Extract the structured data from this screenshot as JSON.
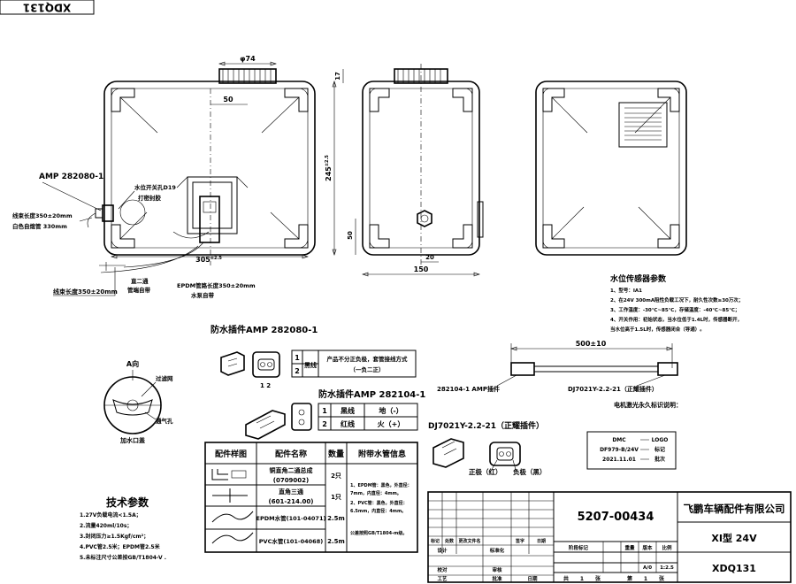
{
  "corner_code": "XDQ131",
  "views": {
    "front": {
      "dim_cap_diameter": "φ74",
      "dim_cap_offset": "50",
      "dim_height_value": "245",
      "dim_height_tol": "±2.5",
      "dim_width_value": "305",
      "dim_width_tol": "±2.5",
      "label_connector": "AMP 282080-1",
      "label_sensor_hole": "水位开关孔D19",
      "label_sealant": "打密封胶",
      "label_harness_len_1": "线束长度350±20mm",
      "label_harness_sleeve": "白色自熄管 330mm",
      "label_harness_len_2": "线束长度350±20mm",
      "label_elbow": "直二通",
      "label_hose_ends": "管端自带",
      "label_epdm": "EPDM管路长度350±20mm",
      "label_hose_outlet": "水泵自带"
    },
    "side": {
      "dim_cap_height": "17",
      "dim_outlet_height": "50",
      "dim_outlet_offset": "20",
      "dim_depth": "150"
    }
  },
  "sensor_params": {
    "title": "水位传感器参数",
    "items": [
      "1、型号：IA1",
      "2、在24V 300mA阻性负载工况下，耐久性次数≥30万次；",
      "3、工作温度：-30℃~85℃，存储温度：-40℃~85℃；",
      "4、开关作用：初始状态，当水位低于1.4L时，传感器断开，",
      "当水位高于1.5L时，传感器闭合（导通）。"
    ]
  },
  "connector1": {
    "title": "防水插件AMP 282080-1",
    "pins": "1  2",
    "rows": [
      {
        "num": "1",
        "color": "黑线"
      },
      {
        "num": "2",
        "color": ""
      }
    ],
    "note_1": "产品不分正负极，套管接线方式",
    "note_2": "（一负二正）"
  },
  "connector2": {
    "title": "防水插件AMP 282104-1",
    "rows": [
      {
        "num": "1",
        "color": "黑线",
        "role": "地（-）"
      },
      {
        "num": "2",
        "color": "红线",
        "role": "火（+）"
      }
    ]
  },
  "harness": {
    "dim_length": "500±10",
    "label_left": "282104-1  AMP插件",
    "label_right": "DJ7021Y-2.2-21（正耀插件）",
    "plug_title": "DJ7021Y-2.2-21（正耀插件）",
    "pos_label": "正极（红）",
    "neg_label": "负极（黑）"
  },
  "laser_mark": {
    "title": "电机激光永久标识说明：",
    "rows": [
      {
        "left": "DMC",
        "right": "LOGO"
      },
      {
        "left": "DF979-B/24V",
        "right": "标记"
      },
      {
        "left": "2021.11.01",
        "right": "批次"
      }
    ]
  },
  "view_a": {
    "title": "A向",
    "label_filter": "过滤网",
    "label_vent": "通气孔",
    "label_cap": "加水口盖"
  },
  "tech_params": {
    "title": "技术参数",
    "items": [
      "1.27V负载电流<1.5A；",
      "2.流量420ml/10s；",
      "3.封闭压力≥1.5Kgf/cm²；",
      "4.PVC管2.5米；EPDM管2.5米",
      "5.未标注尺寸公差按GB/T1804-V ."
    ]
  },
  "parts_table": {
    "headers": [
      "配件样图",
      "配件名称",
      "数量",
      "附带水管信息"
    ],
    "rows": [
      {
        "name_1": "铜直角二通总成",
        "name_2": "(0709002)",
        "qty": "2只"
      },
      {
        "name_1": "直角三通",
        "name_2": "(601-214.00)",
        "qty": "1只"
      },
      {
        "name_1": "EPDM水管(101-04071)",
        "name_2": "",
        "qty": "2.5m"
      },
      {
        "name_1": "PVC水管(101-04068)",
        "name_2": "",
        "qty": "2.5m"
      }
    ],
    "hose_info": [
      "1、EPDM管：黑色，外直径：",
      "7mm，内直径：4mm。",
      "2、PVC管：黑色，外直径：",
      "6.5mm，内直径：4mm。",
      "公差按照GB/T1804-m级。"
    ]
  },
  "title_block": {
    "drawing_number": "5207-00434",
    "company": "飞鹏车辆配件有限公司",
    "product": "XI型 24V",
    "code": "XDQ131",
    "rev_headers": [
      "标记",
      "处数",
      "更改文件名",
      "签字",
      "日期"
    ],
    "role_design": "设计",
    "role_standard": "标准化",
    "role_check": "校对",
    "role_process": "工艺",
    "role_review": "审核",
    "role_approve": "批准",
    "role_date": "日期",
    "stage_label": "阶段标记",
    "weight_label": "重量",
    "version_label": "版本",
    "scale_label": "比例",
    "version": "A/0",
    "scale": "1:2.5",
    "total_label": "共",
    "total": "1",
    "sheet_unit": "张",
    "sheet_label": "第",
    "sheet": "1"
  }
}
